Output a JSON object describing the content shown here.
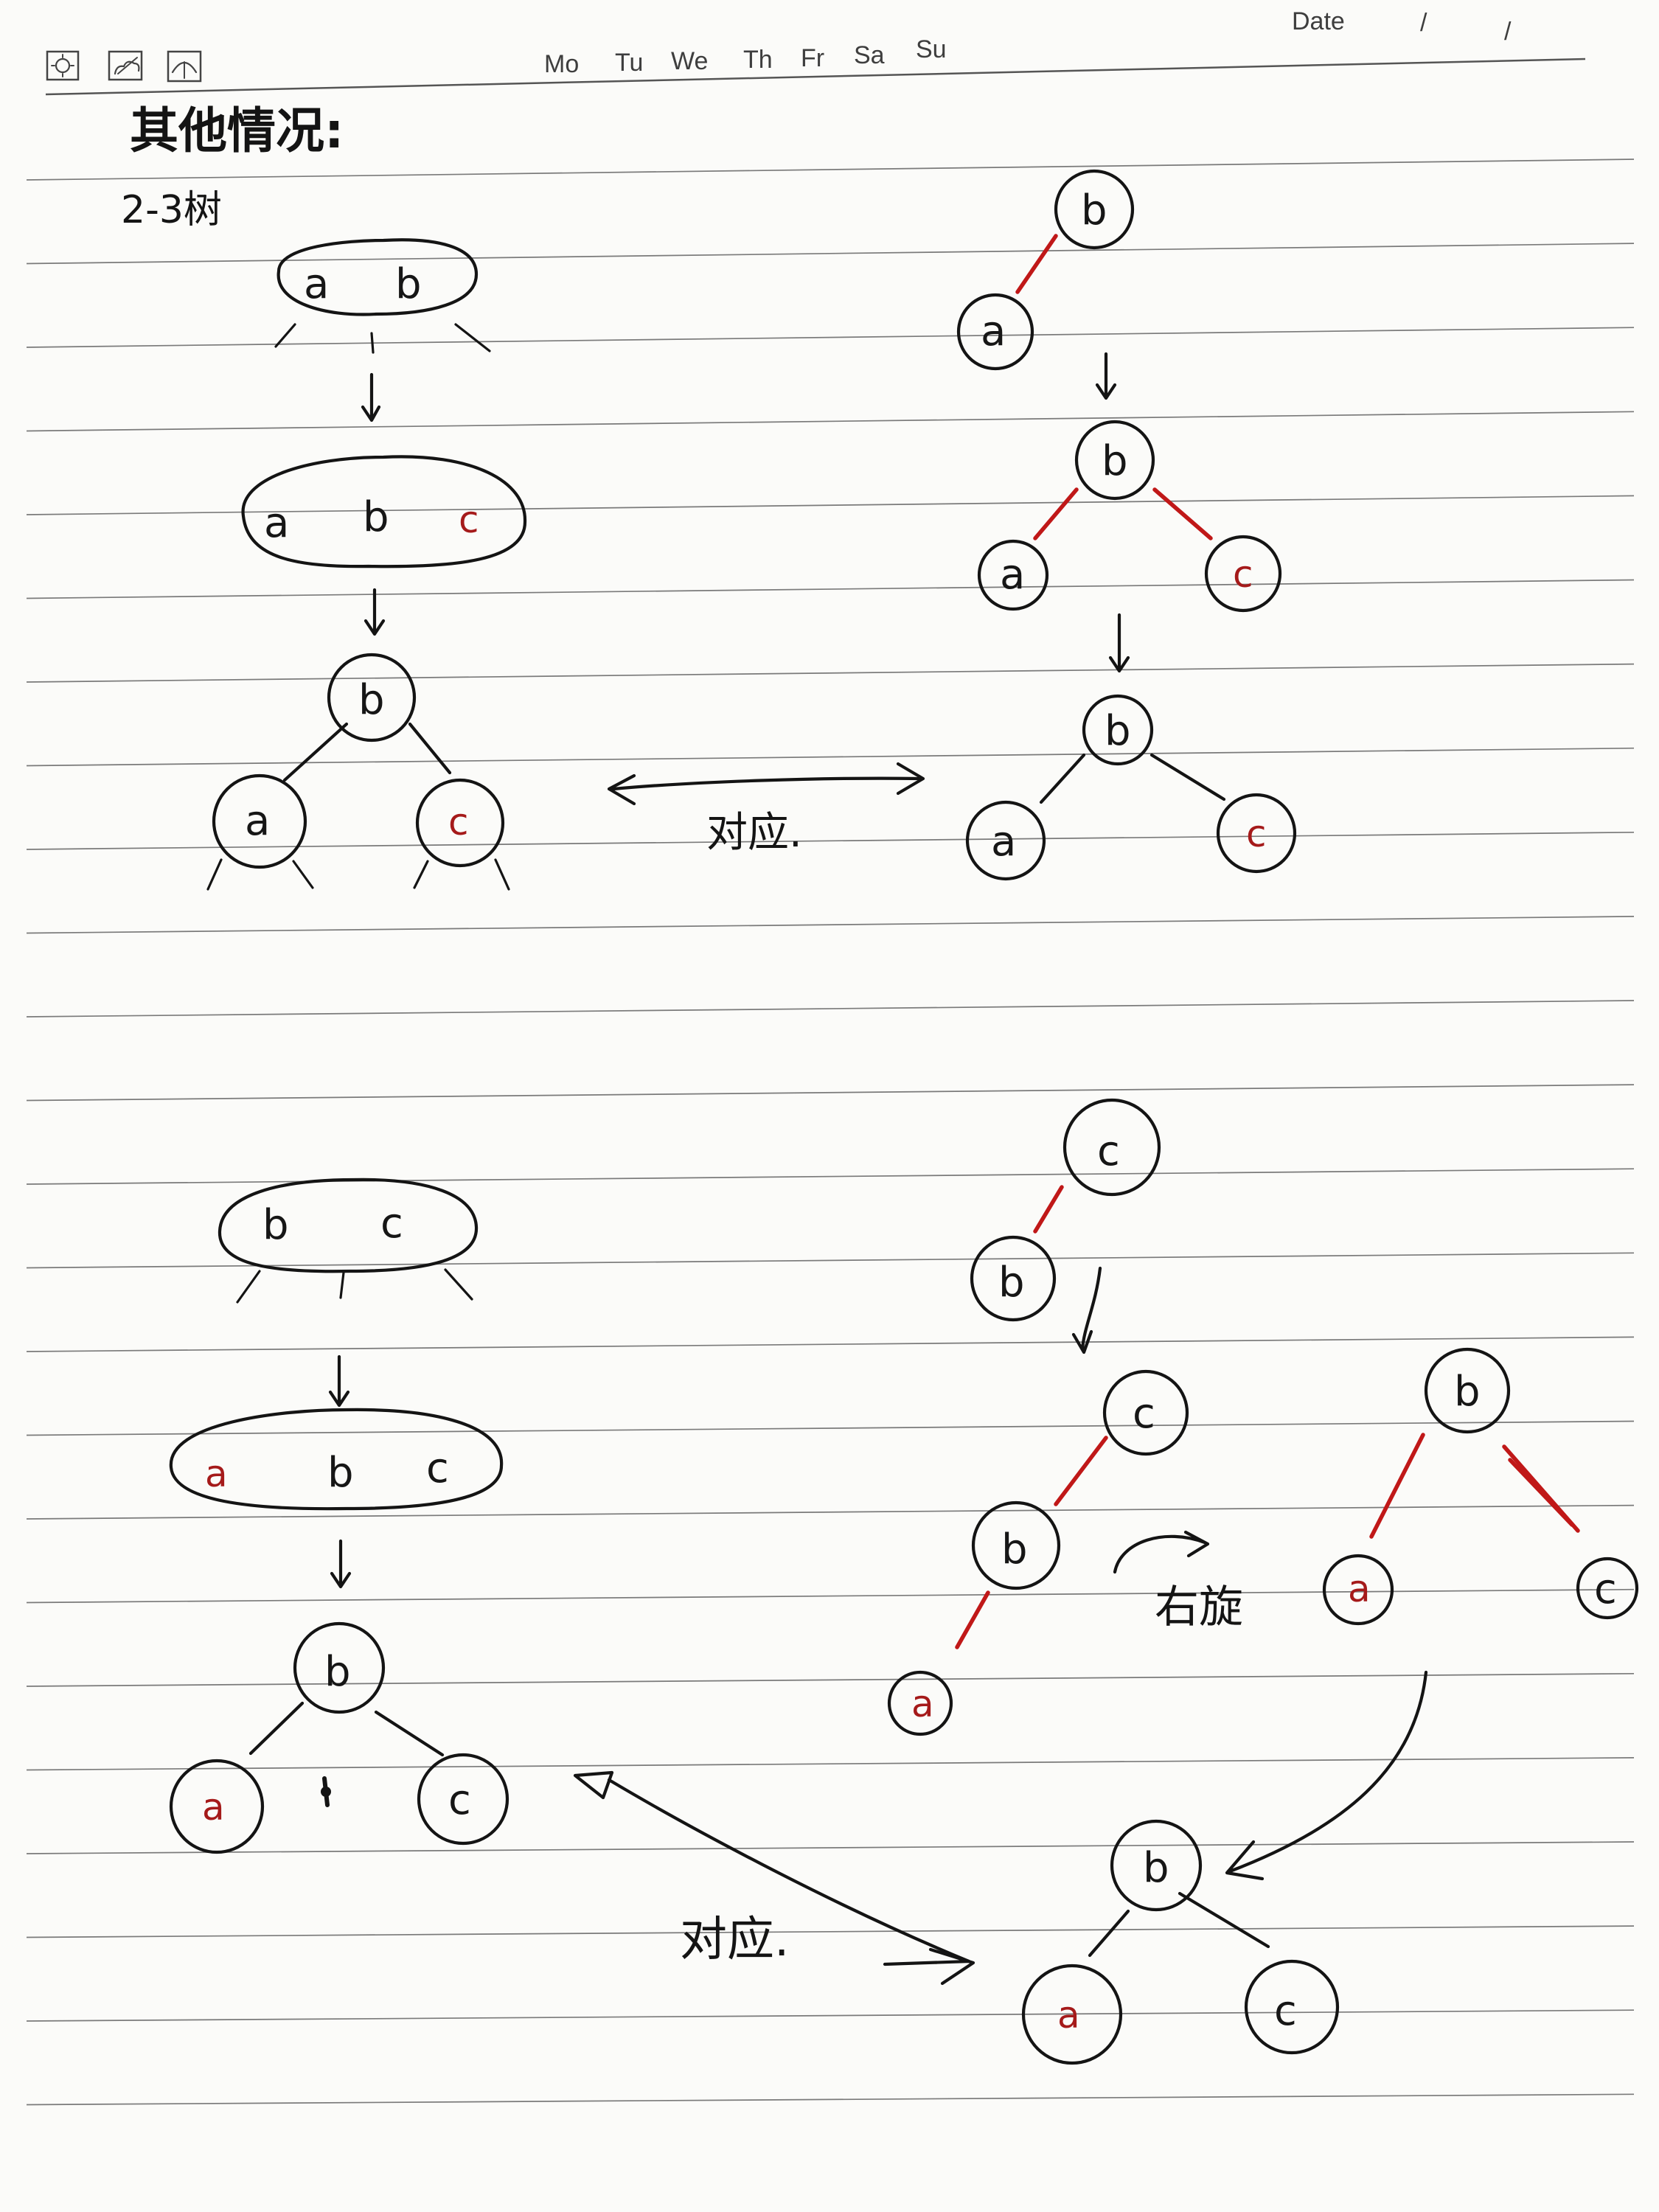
{
  "header": {
    "weekdays": [
      "Mo",
      "Tu",
      "We",
      "Th",
      "Fr",
      "Sa",
      "Su"
    ],
    "date_label": "Date",
    "date_separators": [
      "/",
      "/"
    ],
    "icons": [
      "sun-icon",
      "cloud-icon",
      "umbrella-icon"
    ]
  },
  "notes": {
    "heading": "其他情况:",
    "subheading": "2-3树",
    "correspond_1": "对应.",
    "correspond_2": "对应.",
    "rotate_label": "右旋"
  },
  "section1": {
    "node_ab": {
      "a": "a",
      "b": "b"
    },
    "node_abc": {
      "a": "a",
      "b": "b",
      "c": "c"
    },
    "tree_root": "b",
    "tree_left": "a",
    "tree_right": "c",
    "rb1_root": "b",
    "rb1_left": "a",
    "rb2_root": "b",
    "rb2_left": "a",
    "rb2_right": "c",
    "rb3_root": "b",
    "rb3_left": "a",
    "rb3_right": "c"
  },
  "section2": {
    "node_bc": {
      "b": "b",
      "c": "c"
    },
    "node_abc": {
      "a": "a",
      "b": "b",
      "c": "c"
    },
    "tree_root": "b",
    "tree_left": "a",
    "tree_right": "c",
    "rb1_root": "c",
    "rb1_left": "b",
    "rb2_root": "c",
    "rb2_mid": "b",
    "rb2_leaf": "a",
    "rot_root": "b",
    "rot_left": "a",
    "rot_right": "c",
    "final_root": "b",
    "final_left": "a",
    "final_right": "c"
  },
  "colors": {
    "ink": "#141414",
    "red_ink": "#c01818",
    "paper": "#fbfbf9",
    "rule_line": "#7a7a7a"
  }
}
